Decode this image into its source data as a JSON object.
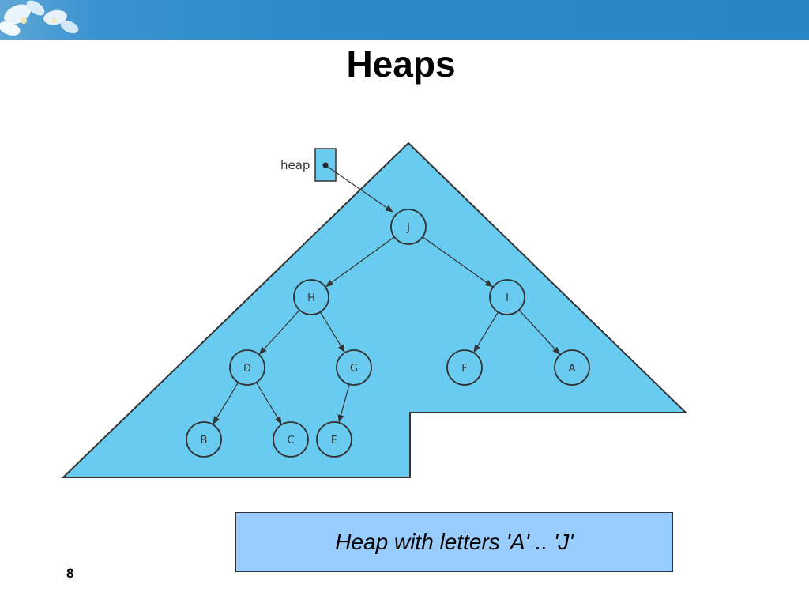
{
  "slide": {
    "title": "Heaps",
    "caption": "Heap with letters 'A' .. 'J'",
    "page_number": "8"
  },
  "colors": {
    "banner": "#2b86c6",
    "heap_fill": "#6acbf1",
    "caption_fill": "#99ccff"
  },
  "diagram": {
    "pointer_label": "heap",
    "nodes": [
      {
        "id": "J",
        "label": "J"
      },
      {
        "id": "H",
        "label": "H"
      },
      {
        "id": "I",
        "label": "I"
      },
      {
        "id": "D",
        "label": "D"
      },
      {
        "id": "G",
        "label": "G"
      },
      {
        "id": "F",
        "label": "F"
      },
      {
        "id": "A",
        "label": "A"
      },
      {
        "id": "B",
        "label": "B"
      },
      {
        "id": "C",
        "label": "C"
      },
      {
        "id": "E",
        "label": "E"
      }
    ],
    "edges": [
      [
        "J",
        "H"
      ],
      [
        "J",
        "I"
      ],
      [
        "H",
        "D"
      ],
      [
        "H",
        "G"
      ],
      [
        "I",
        "F"
      ],
      [
        "I",
        "A"
      ],
      [
        "D",
        "B"
      ],
      [
        "D",
        "C"
      ],
      [
        "G",
        "E"
      ]
    ]
  }
}
